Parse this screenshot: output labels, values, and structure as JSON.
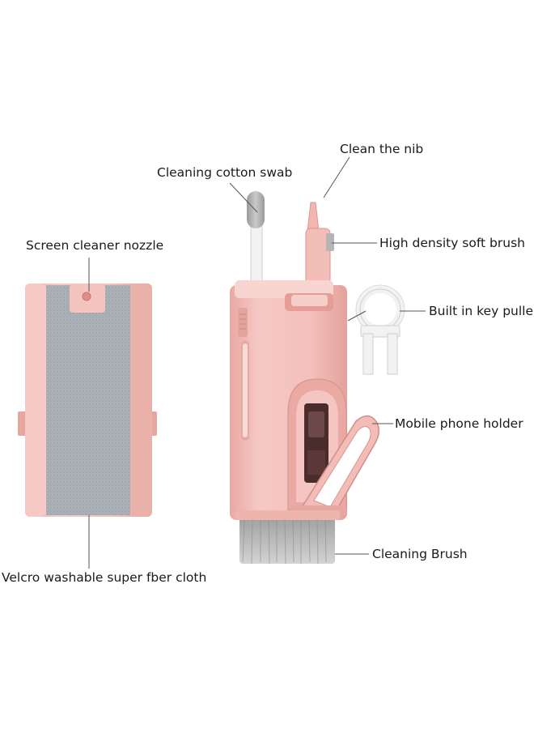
{
  "labels": {
    "clean_nib": "Clean the nib",
    "cotton_swab": "Cleaning cotton swab",
    "nozzle": "Screen cleaner nozzle",
    "soft_brush": "High density soft brush",
    "key_puller": "Built in key puller",
    "phone_holder": "Mobile phone holder",
    "cleaning_brush": "Cleaning Brush",
    "velcro_cloth": "Velcro washable super fber cloth"
  },
  "colors": {
    "background": "#ffffff",
    "body_pink": "#f0b8b3",
    "body_pink_light": "#f8d3ce",
    "body_pink_dark": "#d99892",
    "cloth_gray": "#a5abb3",
    "bristle_gray": "#b8b8b8",
    "key_puller_white": "#f4f4f4",
    "leader_line": "#555555",
    "label_text": "#1a1a1a"
  }
}
